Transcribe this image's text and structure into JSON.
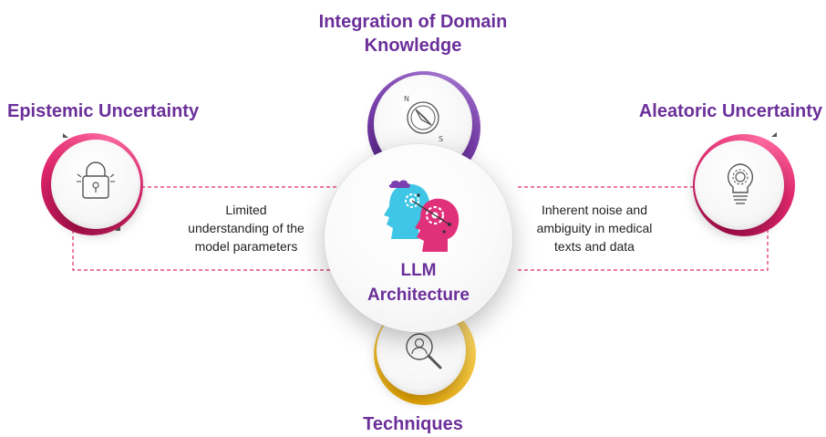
{
  "center": {
    "title_line1": "LLM",
    "title_line2": "Architecture"
  },
  "nodes": {
    "top": {
      "title_line1": "Integration of Domain",
      "title_line2": "Knowledge",
      "icon": "compass-icon",
      "color": "#6b2f9a"
    },
    "left": {
      "title": "Epistemic Uncertainty",
      "icon": "padlock-icon",
      "color": "#e2266e",
      "description": [
        "Limited",
        "understanding of the",
        "model parameters"
      ]
    },
    "right": {
      "title": "Aleatoric Uncertainty",
      "icon": "lightbulb-gear-icon",
      "color": "#e2266e",
      "description": [
        "Inherent noise and",
        "ambiguity in medical",
        "texts and data"
      ]
    },
    "bottom": {
      "title": "Techniques",
      "icon": "user-search-icon",
      "color": "#f3c43a"
    }
  },
  "compass_labels": {
    "north": "N",
    "south": "S"
  },
  "colors": {
    "title_purple": "#6b2f9a",
    "pink": "#e2266e",
    "yellow": "#f3c43a",
    "connector": "#e2266e",
    "head_cyan": "#3fc6e6",
    "head_magenta": "#e0307a"
  }
}
